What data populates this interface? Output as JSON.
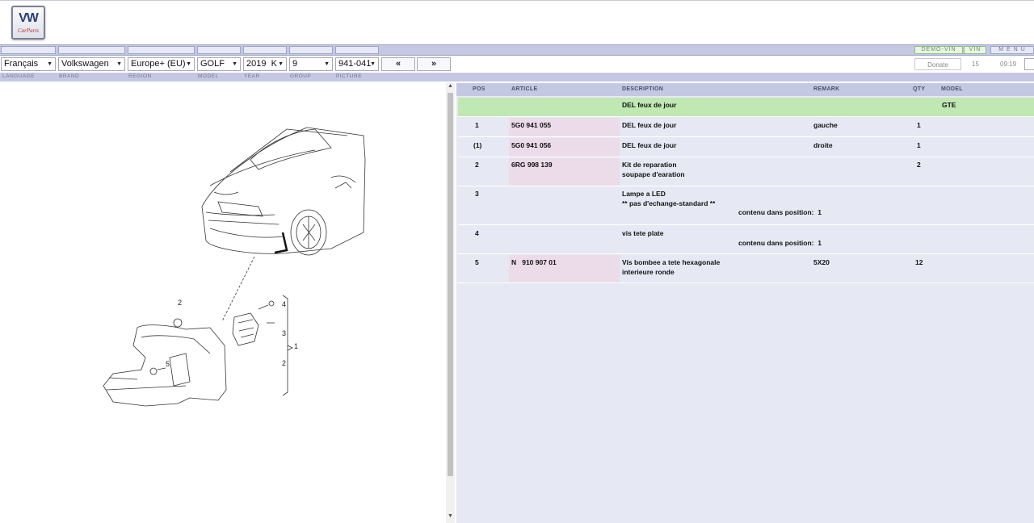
{
  "logo": {
    "text": "VW",
    "sub": "CarParts"
  },
  "header_right_buttons": {
    "demo_vin": "DEMO-VIN",
    "vin": "VIN",
    "menu": "M E N U"
  },
  "selectors": {
    "language": "Français",
    "brand": "Volkswagen",
    "region": "Europe+ (EU)",
    "model": "GOLF",
    "year": "2019  K",
    "group": "9",
    "picture": "941-041"
  },
  "nav": {
    "prev": "«",
    "next": "»"
  },
  "info": {
    "donate": "Donate",
    "count": "15",
    "time": "09:19"
  },
  "labels": {
    "language": "LANGUAGE",
    "brand": "BRAND",
    "region": "REGION",
    "model": "MODEL",
    "year": "YEAR",
    "group": "GROUP",
    "picture": "PICTURE"
  },
  "table": {
    "headers": {
      "pos": "POS",
      "article": "ARTICLE",
      "description": "DESCRIPTION",
      "remark": "REMARK",
      "qty": "QTY",
      "model": "MODEL"
    },
    "group_row": {
      "description": "DEL feux de jour",
      "model": "GTE"
    },
    "rows": [
      {
        "pos": "1",
        "article": "5G0 941 055",
        "desc1": "DEL feux de jour",
        "desc2": "",
        "remark": "gauche",
        "qty": "1",
        "contenu": ""
      },
      {
        "pos": "(1)",
        "article": "5G0 941 056",
        "desc1": "DEL feux de jour",
        "desc2": "",
        "remark": "droite",
        "qty": "1",
        "contenu": ""
      },
      {
        "pos": "2",
        "article": "6RG 998 139",
        "desc1": "Kit de reparation",
        "desc2": "soupape d'earation",
        "remark": "",
        "qty": "2",
        "contenu": ""
      },
      {
        "pos": "3",
        "article": "",
        "desc1": "Lampe a LED",
        "desc2": "** pas d'echange-standard **",
        "remark": "",
        "qty": "",
        "contenu": "contenu dans position:  1"
      },
      {
        "pos": "4",
        "article": "",
        "desc1": "vis tete plate",
        "desc2": "",
        "remark": "",
        "qty": "",
        "contenu": "contenu dans position:  1"
      },
      {
        "pos": "5",
        "article": "N   910 907 01",
        "desc1": "Vis bombee a tete hexagonale",
        "desc2": "interieure ronde",
        "remark": "5X20",
        "qty": "12",
        "contenu": ""
      }
    ]
  },
  "diagram": {
    "callouts": [
      "2",
      "4",
      "3",
      "1",
      "2",
      "5"
    ]
  },
  "colors": {
    "accent_blue": "#c4c8e2",
    "group_green": "#bfe8b2",
    "article_pink": "#ecdcea",
    "pane_bg": "#e6e8f3"
  }
}
